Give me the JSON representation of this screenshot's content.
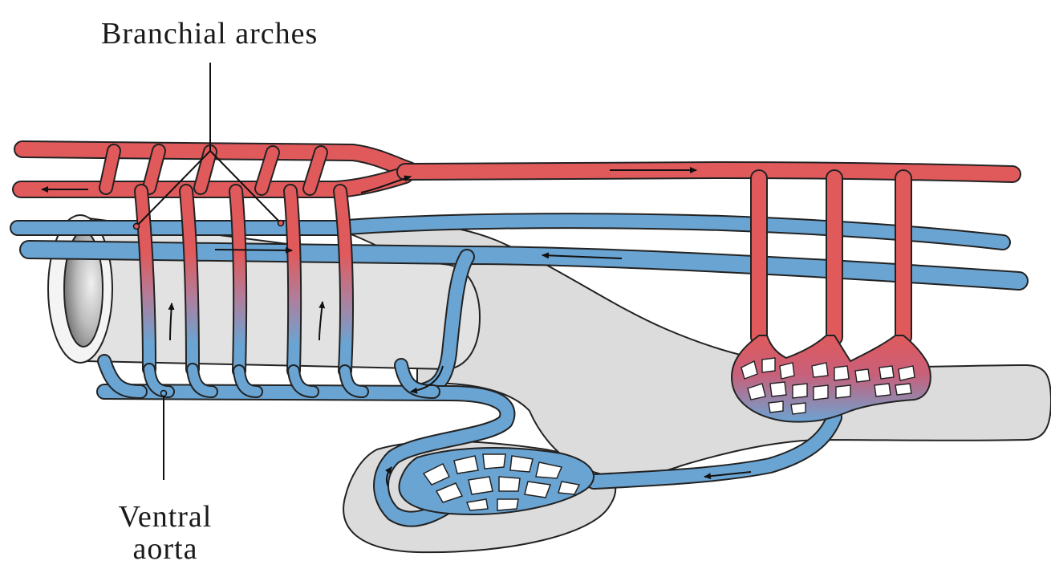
{
  "labels": {
    "branchial_arches": "Branchial arches",
    "ventral_aorta_line1": "Ventral",
    "ventral_aorta_line2": "aorta"
  },
  "colors": {
    "oxygenated": "#e05a5c",
    "deoxygenated": "#6aa4d2",
    "body": "#dcdcdc",
    "outline": "#222222",
    "background": "#ffffff"
  }
}
